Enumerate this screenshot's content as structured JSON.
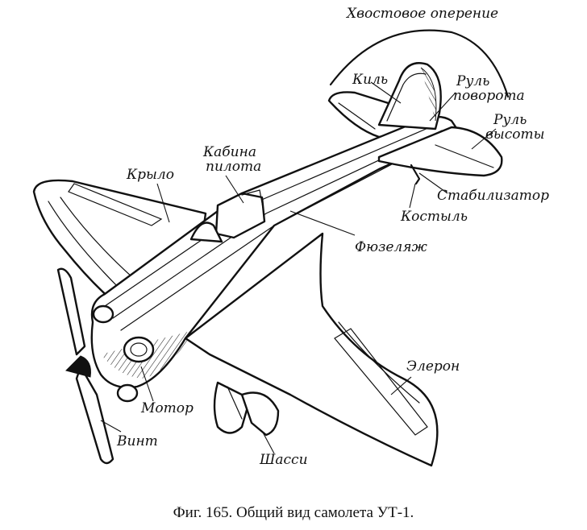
{
  "diagram": {
    "labels": {
      "tail": "Хвостовое оперение",
      "fin": "Киль",
      "rudder": "Руль поворота",
      "elevator": "Руль высоты",
      "stabilizer": "Стабилизатор",
      "tailskid": "Костыль",
      "fuselage": "Фюзеляж",
      "cockpit": "Кабина пилота",
      "wing": "Крыло",
      "aileron": "Элерон",
      "engine": "Мотор",
      "propeller": "Винт",
      "gear": "Шасси"
    },
    "caption": "Фиг. 165. Общий вид самолета УТ-1."
  }
}
